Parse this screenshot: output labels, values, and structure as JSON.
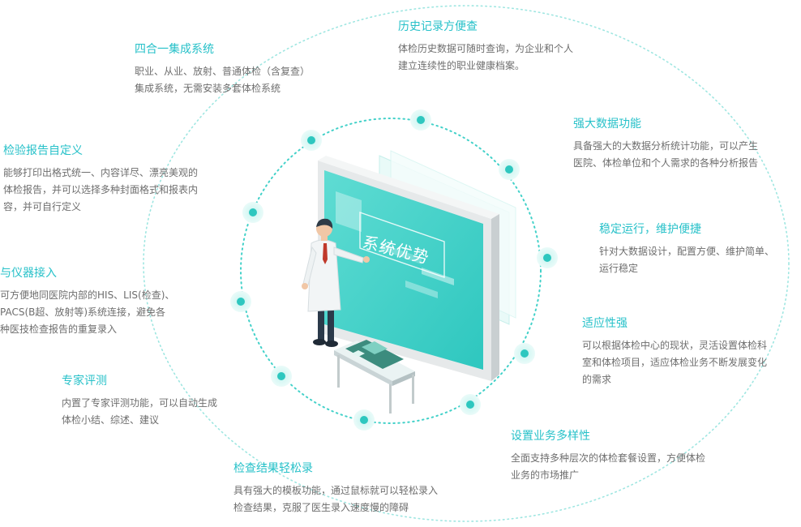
{
  "center": {
    "label": "系统优势"
  },
  "features": [
    {
      "id": "integration",
      "title": "四合一集成系统",
      "desc": "职业、从业、放射、普通体检（含复查）\n集成系统，无需安装多套体检系统"
    },
    {
      "id": "history",
      "title": "历史记录方便查",
      "desc": "体检历史数据可随时查询，为企业和个人\n建立连续性的职业健康档案。"
    },
    {
      "id": "report",
      "title": "检验报告自定义",
      "desc": "能够打印出格式统一、内容详尽、漂亮美观的\n体检报告，并可以选择多种封面格式和报表内\n容，并可自行定义"
    },
    {
      "id": "bigdata",
      "title": "强大数据功能",
      "desc": "具备强大的大数据分析统计功能，可以产生\n医院、体检单位和个人需求的各种分析报告"
    },
    {
      "id": "instrument",
      "title": "与仪器接入",
      "desc": "可方便地同医院内部的HIS、LIS(检查)、\nPACS(B超、放射等)系统连接，避免各\n种医技检查报告的重复录入"
    },
    {
      "id": "stable",
      "title": "稳定运行，维护便捷",
      "desc": "针对大数据设计，配置方便、维护简单、\n运行稳定"
    },
    {
      "id": "adapt",
      "title": "适应性强",
      "desc": "可以根据体检中心的现状，灵活设置体检科\n室和体检项目，适应体检业务不断发展变化\n的需求"
    },
    {
      "id": "expert",
      "title": "专家评测",
      "desc": "内置了专家评测功能，可以自动生成\n体检小结、综述、建议"
    },
    {
      "id": "variety",
      "title": "设置业务多样性",
      "desc": "全面支持多种层次的体检套餐设置，方便体检\n业务的市场推广"
    },
    {
      "id": "entry",
      "title": "检查结果轻松录",
      "desc": "具有强大的模板功能，通过鼠标就可以轻松录入\n检查结果，克服了医生录入速度慢的障碍"
    }
  ],
  "colors": {
    "accent": "#27c1c9",
    "text": "#6e6e6e"
  }
}
